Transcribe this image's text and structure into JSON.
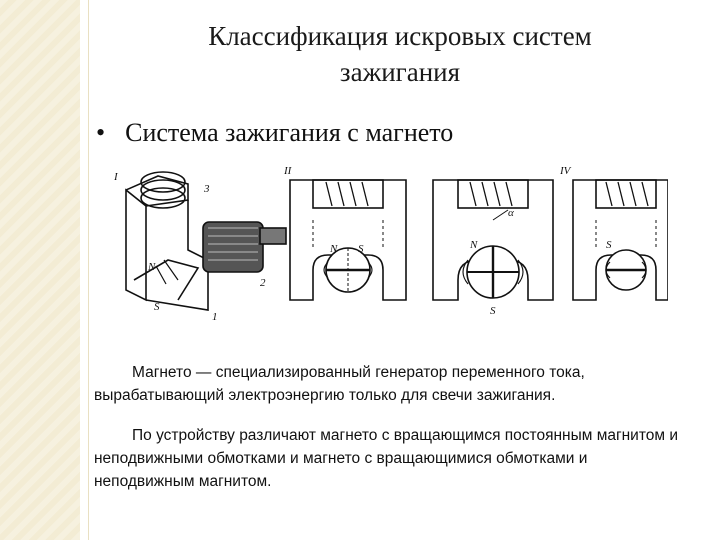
{
  "slide": {
    "title_line1": "Классификация искровых систем",
    "title_line2": "зажигания",
    "bullet_marker": "•",
    "bullet_text": "Система зажигания с магнето"
  },
  "figure": {
    "panel_labels": [
      "I",
      "II",
      "IV"
    ],
    "part_labels": [
      "1",
      "2",
      "3"
    ],
    "pole_labels": [
      "N",
      "S",
      "N",
      "S",
      "N",
      "S",
      "S"
    ],
    "angle_label": "α"
  },
  "body": {
    "p1_term": "Магнето",
    "p1_rest": " — специализированный генератор переменного тока, вырабатывающий электроэнергию только для свечи зажигания.",
    "p2": "По устройству различают магнето с вращающимся постоянным магнитом и неподвижными обмотками и магнето с вращающимися обмотками и неподвижным магнитом."
  }
}
